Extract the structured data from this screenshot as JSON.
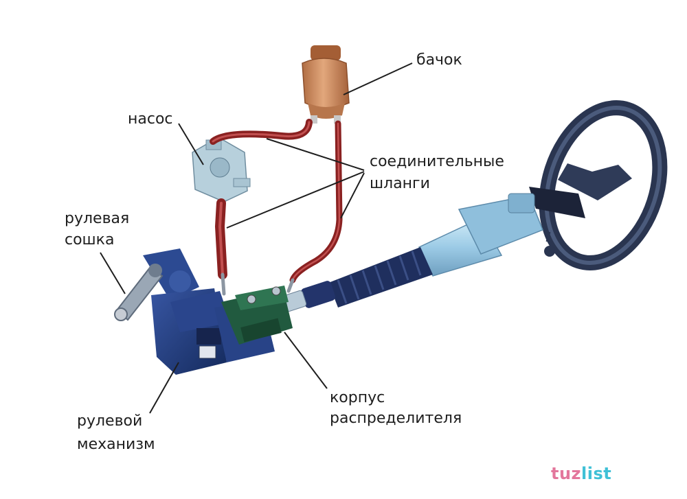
{
  "labels": {
    "tank": "бачок",
    "pump": "насос",
    "hoses_line1": "соединительные",
    "hoses_line2": "шланги",
    "pitman_line1": "рулевая",
    "pitman_line2": "сошка",
    "gear_line1": "рулевой",
    "gear_line2": "механизм",
    "valve_line1": "корпус",
    "valve_line2": "распределителя"
  },
  "watermark": {
    "part1": "tuz",
    "part2": "list"
  },
  "colors": {
    "hose": "#8a2121",
    "reservoir": "#c88a5e",
    "pump": "#b6d0dc",
    "gear_housing": "#1f3a7a",
    "valve_body": "#1f5a3e",
    "column": "#a9d3ea",
    "boot": "#1c2c5a",
    "wheel": "#27344f"
  }
}
